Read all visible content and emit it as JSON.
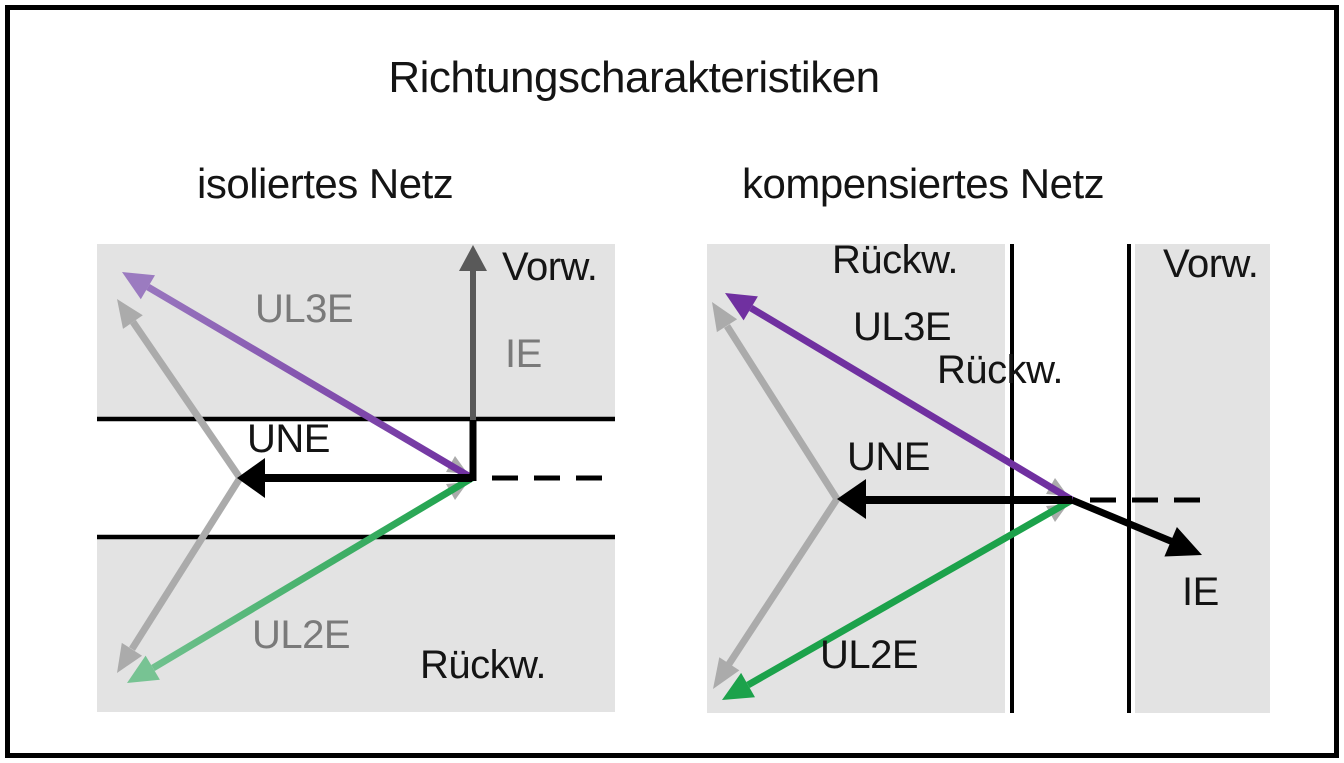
{
  "title": "Richtungscharakteristiken",
  "panels": {
    "left": {
      "heading": "isoliertes Netz",
      "labels": {
        "vorw": "Vorw.",
        "ie": "IE",
        "ul3e": "UL3E",
        "une": "UNE",
        "ul2e": "UL2E",
        "rueckw": "Rückw."
      },
      "vectors": [
        {
          "name": "UL3E",
          "direction": "up-left from origin",
          "color": "#7030A0 fading to #9B7BC0"
        },
        {
          "name": "UL2E",
          "direction": "down-left from origin",
          "color": "#1CA24B fading to #77C393"
        },
        {
          "name": "UNE",
          "direction": "left from origin",
          "color": "#000000"
        },
        {
          "name": "IE",
          "direction": "straight up from origin",
          "color": "#595959"
        },
        {
          "name": "healthy phase vectors",
          "direction": "V-shape from UNE tip",
          "color": "#ABABAB"
        }
      ],
      "regions": [
        {
          "label": "Vorw.",
          "position": "upper shaded band"
        },
        {
          "label": "Rückw.",
          "position": "lower shaded band"
        }
      ]
    },
    "right": {
      "heading": "kompensiertes Netz",
      "labels": {
        "rueckw_top": "Rückw.",
        "ul3e": "UL3E",
        "rueckw_mid": "Rückw.",
        "vorw": "Vorw.",
        "une": "UNE",
        "ie": "IE",
        "ul2e": "UL2E"
      },
      "vectors": [
        {
          "name": "UL3E",
          "direction": "up-left from origin",
          "color": "#7030A0"
        },
        {
          "name": "UL2E",
          "direction": "down-left from origin",
          "color": "#1CA24B"
        },
        {
          "name": "UNE",
          "direction": "left from origin",
          "color": "#000000"
        },
        {
          "name": "IE",
          "direction": "down-right from origin",
          "color": "#000000"
        },
        {
          "name": "healthy phase vectors",
          "direction": "V-shape from UNE tip",
          "color": "#ABABAB"
        }
      ],
      "regions": [
        {
          "label": "Rückw.",
          "position": "left shaded column"
        },
        {
          "label": "Vorw.",
          "position": "right shaded column"
        }
      ]
    }
  },
  "colors": {
    "purple_dark": "#7030A0",
    "purple_light": "#9B7BC0",
    "green": "#1CA24B",
    "green_light": "#77C393",
    "gray_arrow": "#ABABAB",
    "ie_arrow_gray": "#595959",
    "region_fill": "#E3E3E3",
    "label_gray": "#7A7A7A",
    "line_black": "#000000"
  }
}
